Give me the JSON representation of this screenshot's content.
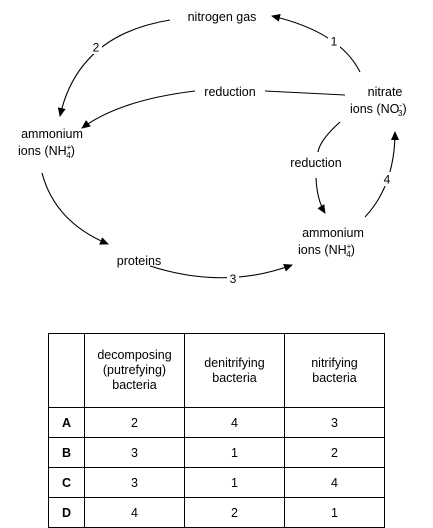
{
  "diagram": {
    "nodes": {
      "nitrogen_gas": "nitrogen gas",
      "nitrate_line1": "nitrate",
      "nitrate_line2_main": "ions (NO",
      "nitrate_line2_sub": "3",
      "nitrate_line2_sup": "-",
      "nitrate_line2_end": ")",
      "ammonium_left_line1": "ammonium",
      "ammonium_left_line2_main": "ions (NH",
      "ammonium_left_line2_sub": "4",
      "ammonium_left_line2_sup": "+",
      "ammonium_left_line2_end": ")",
      "ammonium_right_line1": "ammonium",
      "ammonium_right_line2_main": "ions (NH",
      "ammonium_right_line2_sub": "4",
      "ammonium_right_line2_sup": "+",
      "ammonium_right_line2_end": ")",
      "proteins": "proteins"
    },
    "edge_labels": {
      "reduction_top": "reduction",
      "reduction_right": "reduction"
    },
    "process_numbers": {
      "n1": "1",
      "n2": "2",
      "n3": "3",
      "n4": "4"
    }
  },
  "table": {
    "headers": {
      "decomposing_l1": "decomposing",
      "decomposing_l2": "(putrefying)",
      "decomposing_l3": "bacteria",
      "denitrifying_l1": "denitrifying",
      "denitrifying_l2": "bacteria",
      "nitrifying_l1": "nitrifying",
      "nitrifying_l2": "bacteria"
    },
    "rows": [
      {
        "letter": "A",
        "decomposing": "2",
        "denitrifying": "4",
        "nitrifying": "3"
      },
      {
        "letter": "B",
        "decomposing": "3",
        "denitrifying": "1",
        "nitrifying": "2"
      },
      {
        "letter": "C",
        "decomposing": "3",
        "denitrifying": "1",
        "nitrifying": "4"
      },
      {
        "letter": "D",
        "decomposing": "4",
        "denitrifying": "2",
        "nitrifying": "1"
      }
    ]
  }
}
